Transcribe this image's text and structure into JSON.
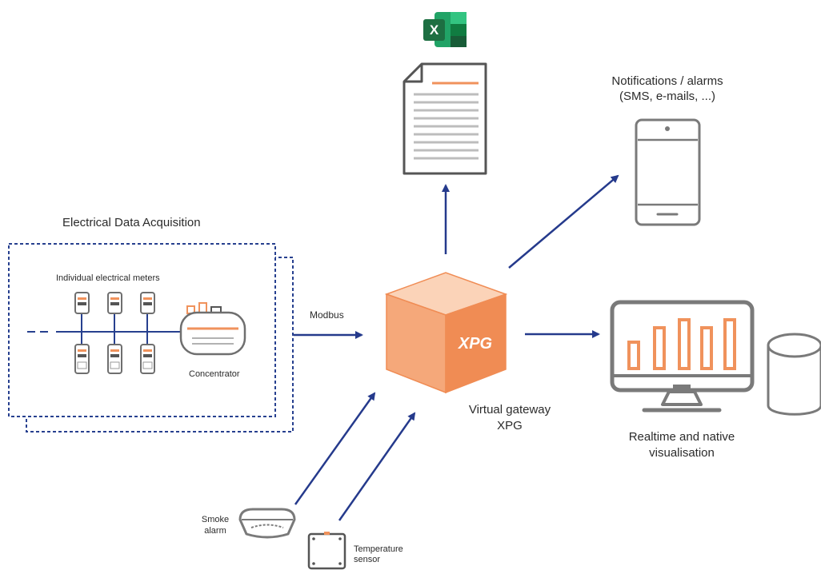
{
  "section_title": "Electrical Data Acquisition",
  "meters_label": "Individual electrical meters",
  "concentrator_label": "Concentrator",
  "protocol_label": "Modbus",
  "gateway": {
    "logo_text": "XPG",
    "label_line1": "Virtual gateway",
    "label_line2": "XPG"
  },
  "notifications": {
    "line1": "Notifications / alarms",
    "line2": "(SMS, e-mails, ...)"
  },
  "visualisation": {
    "line1": "Realtime and native",
    "line2": "visualisation"
  },
  "smoke_alarm": {
    "line1": "Smoke",
    "line2": "alarm"
  },
  "temperature_sensor": {
    "line1": "Temperature",
    "line2": "sensor"
  },
  "excel_letter": "X",
  "colors": {
    "accent_orange": "#f0925c",
    "cube_front": "#f5a87a",
    "cube_top": "#fbd3b8",
    "cube_side": "#f08c54",
    "arrow_blue": "#253a8c",
    "dash_blue": "#27408f",
    "device_gray": "#7a7a7a",
    "excel_green": "#1d6f42"
  },
  "icons": {
    "document": "document-icon",
    "excel": "excel-icon",
    "phone": "smartphone-icon",
    "monitor": "monitor-chart-icon",
    "database": "database-icon",
    "cube": "gateway-cube-icon",
    "smoke": "smoke-alarm-icon",
    "temperature": "temperature-sensor-icon",
    "meter": "electrical-meter-icon",
    "concentrator": "concentrator-icon"
  }
}
